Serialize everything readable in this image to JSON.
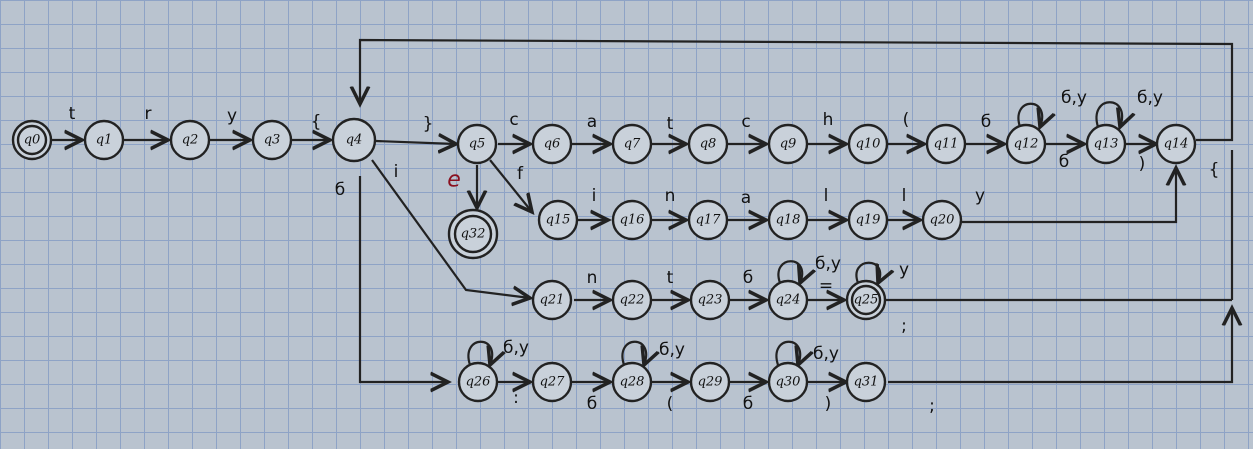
{
  "diagram": {
    "states": {
      "q0": "q0",
      "q1": "q1",
      "q2": "q2",
      "q3": "q3",
      "q4": "q4",
      "q5": "q5",
      "q6": "q6",
      "q7": "q7",
      "q8": "q8",
      "q9": "q9",
      "q10": "q10",
      "q11": "q11",
      "q12": "q12",
      "q13": "q13",
      "q14": "q14",
      "q15": "q15",
      "q16": "q16",
      "q17": "q17",
      "q18": "q18",
      "q19": "q19",
      "q20": "q20",
      "q21": "q21",
      "q22": "q22",
      "q23": "q23",
      "q24": "q24",
      "q25": "q25",
      "q26": "q26",
      "q27": "q27",
      "q28": "q28",
      "q29": "q29",
      "q30": "q30",
      "q31": "q31",
      "q32": "q32"
    },
    "labels": {
      "t1": "t",
      "r": "r",
      "y1": "y",
      "brace_open1": "{",
      "brace_close": "}",
      "c1": "c",
      "a1": "a",
      "t2": "t",
      "c2": "c",
      "h": "h",
      "paren_open1": "(",
      "b1": "б",
      "b2": "б",
      "loop12": "б,y",
      "loop13": "б,y",
      "paren_close1": ")",
      "brace_open2": "{",
      "e_red": "e",
      "f": "f",
      "i1": "i",
      "n1": "n",
      "a2": "a",
      "l1": "l",
      "l2": "l",
      "y2": "y",
      "i2": "i",
      "n2": "n",
      "t3": "t",
      "b3": "б",
      "loop24": "б,y",
      "eq": "=",
      "loop25": "y",
      "semicolon1": ";",
      "b4": "б",
      "loop26": "б,y",
      "colon": ":",
      "b5": "б",
      "loop28": "б,y",
      "paren_open2": "(",
      "b6": "б",
      "loop30": "б,y",
      "paren_close2": ")",
      "semicolon2": ";"
    }
  }
}
